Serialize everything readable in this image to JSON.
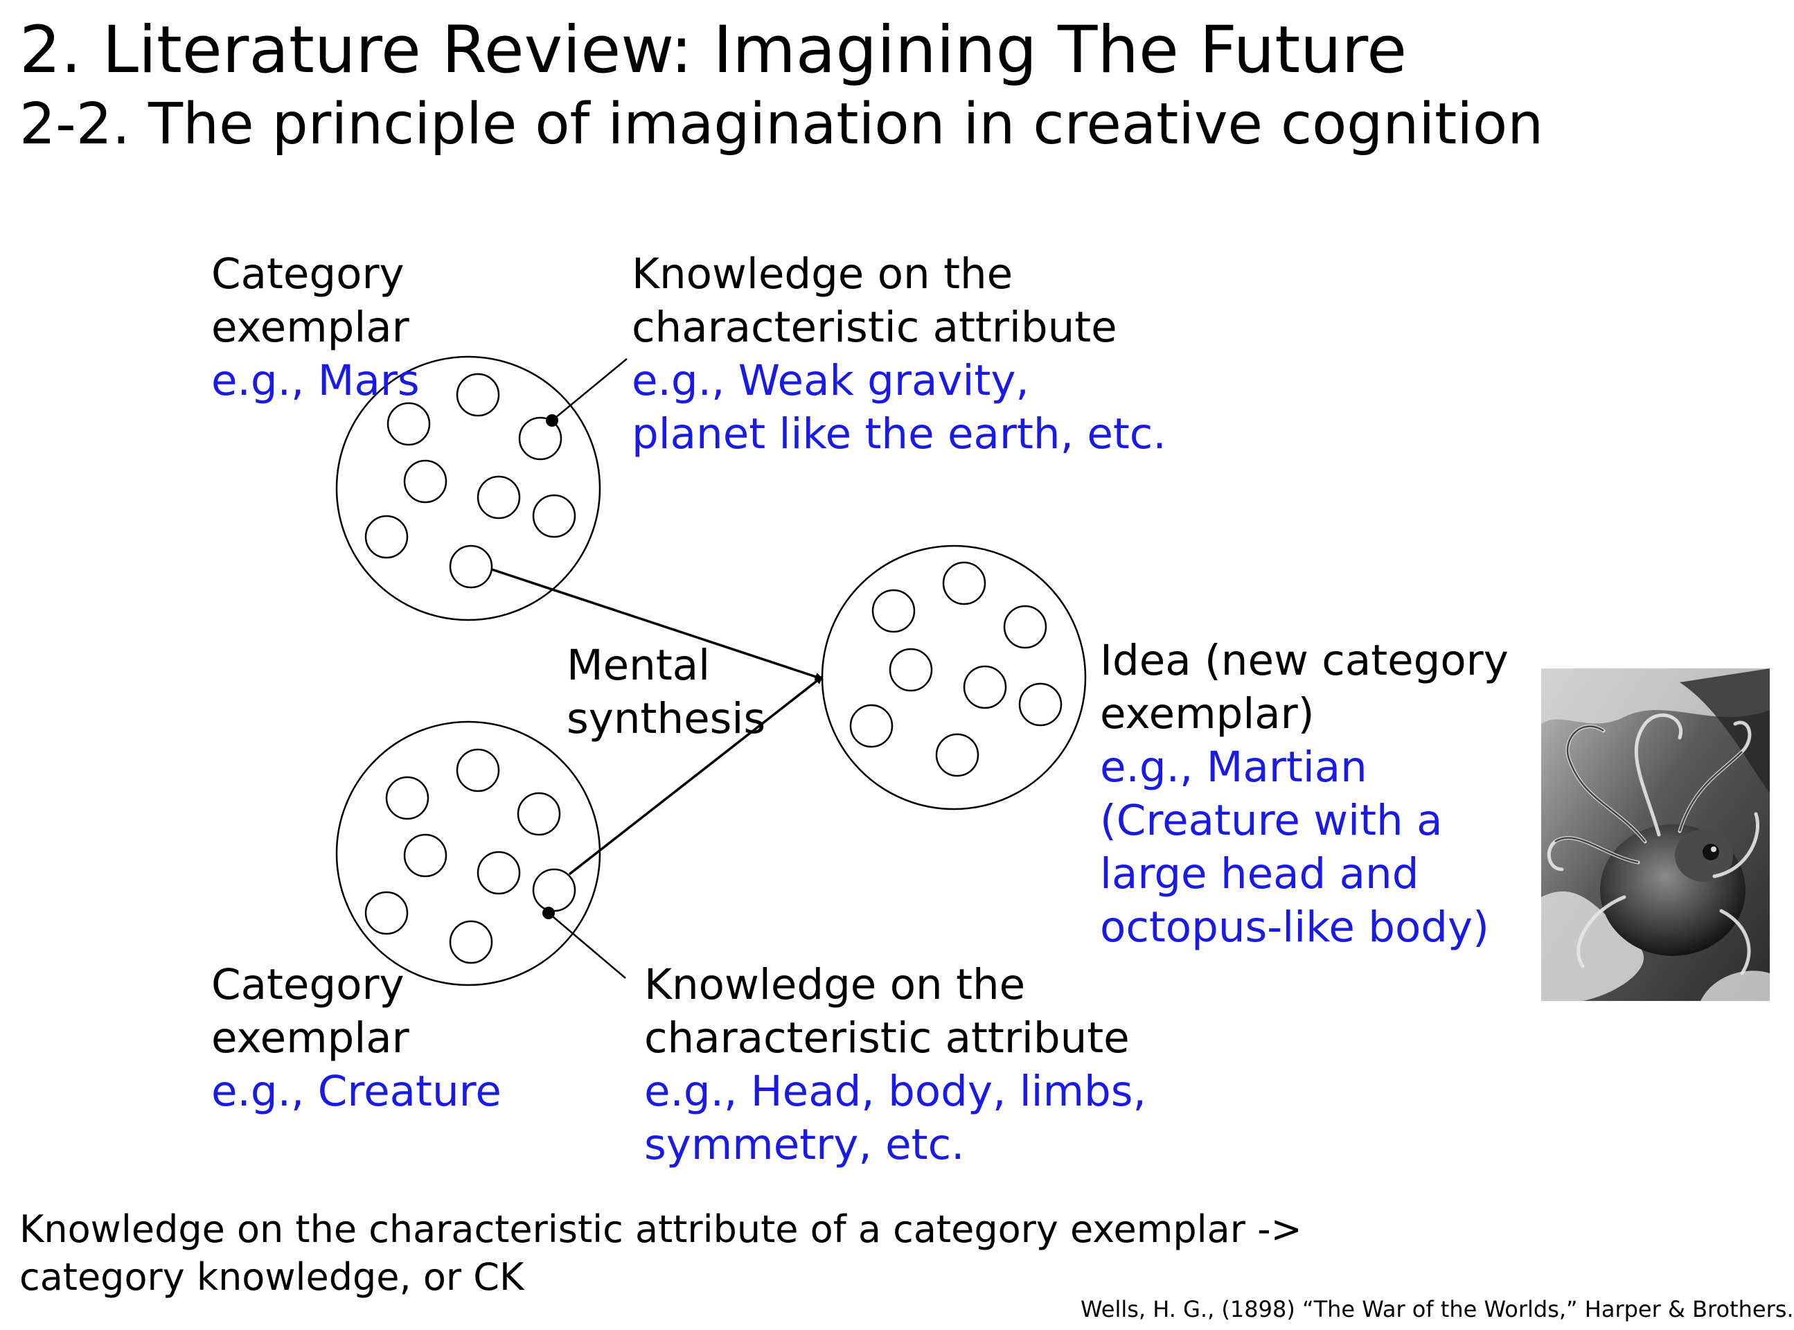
{
  "title": "2. Literature Review: Imagining The Future",
  "subtitle": "2-2. The principle of imagination in creative cognition",
  "diagram": {
    "top_exemplar": {
      "line1": "Category",
      "line2": "exemplar",
      "example": "e.g., Mars"
    },
    "top_knowledge": {
      "line1": "Knowledge on the",
      "line2": "characteristic attribute",
      "example1": "e.g., Weak gravity,",
      "example2": "planet like the earth, etc."
    },
    "synthesis": {
      "line1": "Mental",
      "line2": "synthesis"
    },
    "idea": {
      "line1": "Idea (new category",
      "line2": "exemplar)",
      "example1": "e.g., Martian",
      "example2": "(Creature with a",
      "example3": "large head and",
      "example4": "octopus-like body)"
    },
    "bottom_exemplar": {
      "line1": "Category",
      "line2": "exemplar",
      "example": "e.g., Creature"
    },
    "bottom_knowledge": {
      "line1": "Knowledge on the",
      "line2": "characteristic attribute",
      "example1": "e.g., Head, body, limbs,",
      "example2": "symmetry, etc."
    }
  },
  "footer": {
    "line1": "Knowledge on the characteristic attribute of a category exemplar ->",
    "line2": "category knowledge, or CK"
  },
  "citation": "Wells, H. G., (1898) “The War of the Worlds,” Harper & Brothers.",
  "colors": {
    "example_text": "#1a1ae6",
    "text": "#000000"
  }
}
